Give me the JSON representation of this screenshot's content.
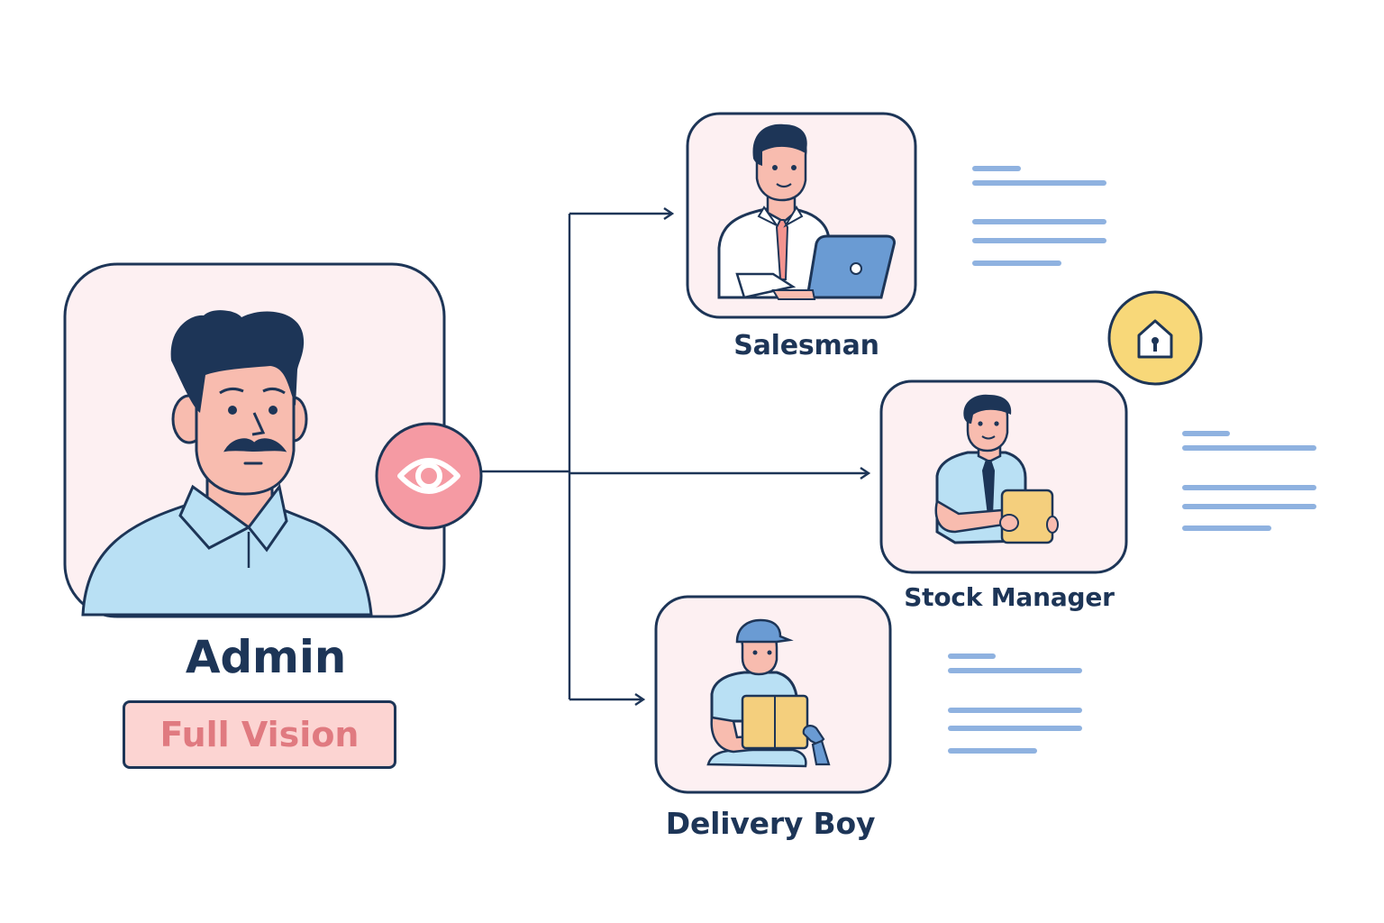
{
  "admin": {
    "label": "Admin",
    "badge": "Full Vision",
    "view_icon": "eye-icon"
  },
  "roles": [
    {
      "id": "salesman",
      "label": "Salesman"
    },
    {
      "id": "stock-manager",
      "label": "Stock Manager",
      "status_icon": "lock-icon"
    },
    {
      "id": "delivery-boy",
      "label": "Delivery Boy"
    }
  ],
  "colors": {
    "outline": "#1d3557",
    "card_bg": "#fdf0f2",
    "badge_bg": "#fcd4d2",
    "badge_text": "#e07a80",
    "eye_bg": "#f59aa3",
    "lock_bg": "#f8d879",
    "text_lines": "#8fb2e0",
    "shirt_blue": "#b9e0f4",
    "skin": "#f8bcaf",
    "box": "#f4cf7d",
    "laptop": "#6a9bd3"
  }
}
